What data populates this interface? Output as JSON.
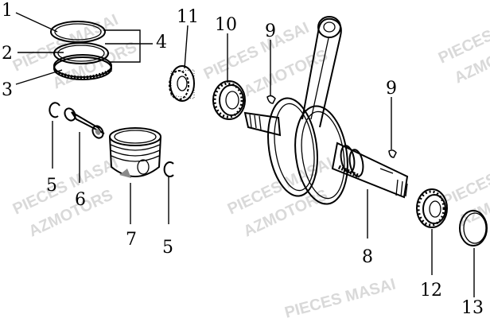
{
  "callouts": {
    "c1": "1",
    "c2": "2",
    "c3": "3",
    "c4": "4",
    "c5a": "5",
    "c5b": "5",
    "c6": "6",
    "c7": "7",
    "c8": "8",
    "c9a": "9",
    "c9b": "9",
    "c10": "10",
    "c11": "11",
    "c12": "12",
    "c13": "13"
  },
  "watermark": {
    "line1": "PIECES MASAI",
    "line2": "AZMOTORS",
    "color": "#d9d9d9"
  },
  "colors": {
    "ink": "#000000",
    "shade": "#8a8a8a",
    "background": "#ffffff"
  }
}
